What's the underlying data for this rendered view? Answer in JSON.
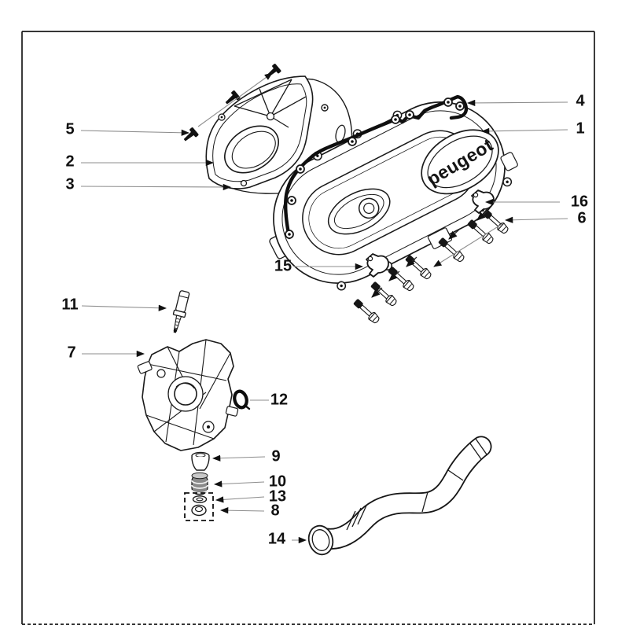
{
  "diagram": {
    "brand_text": "peugeot",
    "background_color": "#ffffff",
    "line_color": "#1a1a1a"
  },
  "callouts": {
    "p1": "1",
    "p2": "2",
    "p3": "3",
    "p4": "4",
    "p5": "5",
    "p6": "6",
    "p7": "7",
    "p8": "8",
    "p9": "9",
    "p10": "10",
    "p11": "11",
    "p12": "12",
    "p13": "13",
    "p14": "14",
    "p15": "15",
    "p16": "16"
  }
}
